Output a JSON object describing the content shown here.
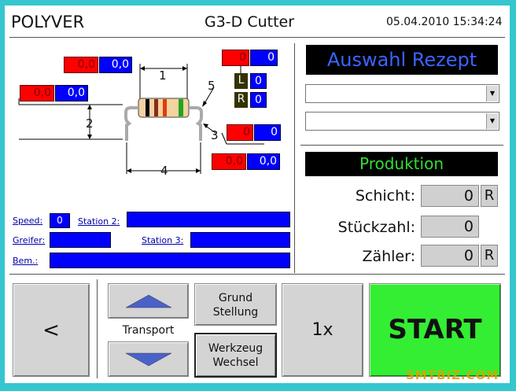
{
  "header": {
    "brand": "POLYVER",
    "machine": "G3-D Cutter",
    "datetime": "05.04.2010 15:34:24"
  },
  "diagram": {
    "dim_labels": [
      "1",
      "2",
      "3",
      "4",
      "5"
    ],
    "dim1": {
      "set": "0,0",
      "actual": "0,0"
    },
    "dim2": {
      "set": "0,0",
      "actual": "0,0"
    },
    "dim5": {
      "set": "0",
      "actual": "0"
    },
    "L": {
      "label": "L",
      "value": "0"
    },
    "R": {
      "label": "R",
      "value": "0"
    },
    "dim3": {
      "set": "0",
      "actual": "0"
    },
    "dim4": {
      "set": "0,0",
      "actual": "0,0"
    }
  },
  "info": {
    "speed_label": "Speed:",
    "speed_value": "0",
    "station2_label": "Station 2:",
    "greifer_label": "Greifer:",
    "station3_label": "Station 3:",
    "bem_label": "Bem.:"
  },
  "recipe": {
    "title": "Auswahl Rezept",
    "dropdown1": "",
    "dropdown2": ""
  },
  "production": {
    "title": "Produktion",
    "schicht_label": "Schicht:",
    "schicht_value": "0",
    "stueck_label": "Stückzahl:",
    "stueck_value": "0",
    "zaehler_label": "Zähler:",
    "zaehler_value": "0",
    "reset_label": "R"
  },
  "controls": {
    "back_label": "<",
    "transport_label": "Transport",
    "grund_label_line1": "Grund",
    "grund_label_line2": "Stellung",
    "werkzeug_label_line1": "Werkzeug",
    "werkzeug_label_line2": "Wechsel",
    "mode_label": "1x",
    "start_label": "START"
  },
  "watermark": "SMTBIZ.COM",
  "colors": {
    "accent_blue": "#0000ff",
    "alarm_red": "#ff0000",
    "start_green": "#33ee33",
    "title_green": "#33dd33",
    "title_blue": "#3a64ff",
    "frame": "#35c6cf"
  }
}
